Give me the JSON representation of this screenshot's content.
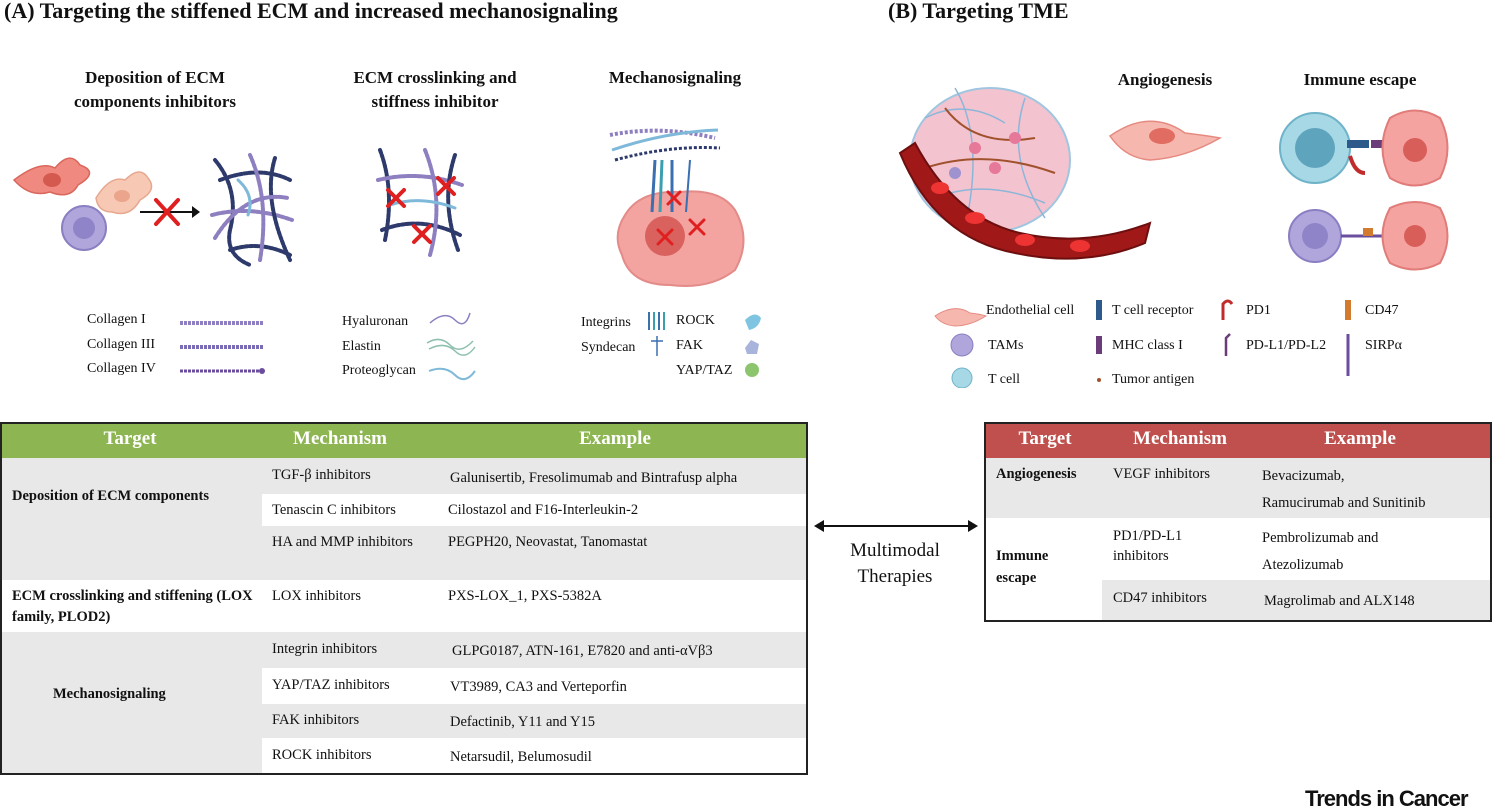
{
  "panel_a": {
    "title": "(A) Targeting the stiffened ECM and increased mechanosignaling",
    "sections": [
      {
        "line1": "Deposition of ECM",
        "line2": "components inhibitors"
      },
      {
        "line1": "ECM crosslinking and",
        "line2": "stiffness inhibitor"
      },
      {
        "line1": "Mechanosignaling",
        "line2": ""
      }
    ],
    "legend_collagen": [
      "Collagen I",
      "Collagen III",
      "Collagen IV"
    ],
    "legend_matrix": [
      "Hyaluronan",
      "Elastin",
      "Proteoglycan"
    ],
    "legend_mechano": {
      "integrins": "Integrins",
      "syndecan": "Syndecan",
      "rock": "ROCK",
      "fak": "FAK",
      "yaptaz": "YAP/TAZ"
    },
    "table": {
      "headers": [
        "Target",
        "Mechanism",
        "Example"
      ],
      "header_color": "#8db551",
      "groups": [
        {
          "target": "Deposition of ECM components"
        },
        {
          "target": "ECM crosslinking and stiffening (LOX family, PLOD2)"
        },
        {
          "target": "Mechanosignaling"
        }
      ],
      "rows": [
        {
          "mechanism": "TGF-β inhibitors",
          "example": "Galunisertib, Fresolimumab and Bintrafusp alpha"
        },
        {
          "mechanism": "Tenascin C inhibitors",
          "example": "Cilostazol and F16-Interleukin-2"
        },
        {
          "mechanism": "HA and MMP inhibitors",
          "example": "PEGPH20,  Neovastat, Tanomastat"
        },
        {
          "mechanism": "LOX inhibitors",
          "example": "PXS-LOX_1,  PXS-5382A"
        },
        {
          "mechanism": "Integrin inhibitors",
          "example": "GLPG0187, ATN-161, E7820 and anti-αVβ3"
        },
        {
          "mechanism": "YAP/TAZ inhibitors",
          "example": "VT3989, CA3 and Verteporfin"
        },
        {
          "mechanism": "FAK inhibitors",
          "example": "Defactinib, Y11  and Y15"
        },
        {
          "mechanism": "ROCK inhibitors",
          "example": "Netarsudil, Belumosudil"
        }
      ]
    }
  },
  "center": {
    "line1": "Multimodal",
    "line2": "Therapies"
  },
  "panel_b": {
    "title": "(B) Targeting TME",
    "sections": [
      "Angiogenesis",
      "Immune escape"
    ],
    "legend": {
      "endothelial": "Endothelial cell",
      "tams": "TAMs",
      "tcell": "T cell",
      "tcr": "T cell receptor",
      "mhc": "MHC class I",
      "antigen": "Tumor antigen",
      "pd1": "PD1",
      "pdl": "PD-L1/PD-L2",
      "cd47": "CD47",
      "sirpa": "SIRPα"
    },
    "table": {
      "headers": [
        "Target",
        "Mechanism",
        "Example"
      ],
      "header_color": "#c0504d",
      "rows": [
        {
          "target": "Angiogenesis",
          "mechanism": "VEGF inhibitors",
          "example1": "Bevacizumab,",
          "example2": "Ramucirumab and Sunitinib"
        },
        {
          "target1": "Immune",
          "target2": "escape",
          "mechanism1": "PD1/PD-L1",
          "mechanism2": "inhibitors",
          "example1": "Pembrolizumab and",
          "example2": "Atezolizumab"
        },
        {
          "mechanism": "CD47 inhibitors",
          "example": "Magrolimab and ALX148"
        }
      ]
    }
  },
  "brand": "Trends in Cancer",
  "colors": {
    "fibroblast": "#f08a80",
    "fibroblast_light": "#f7c8b4",
    "tam": "#9f93cf",
    "collagen": "#2d3a6b",
    "cross": "#e02020",
    "tumor": "#f3a3a0",
    "tcell": "#9fd3e2",
    "vessel": "#8b1a1a"
  }
}
